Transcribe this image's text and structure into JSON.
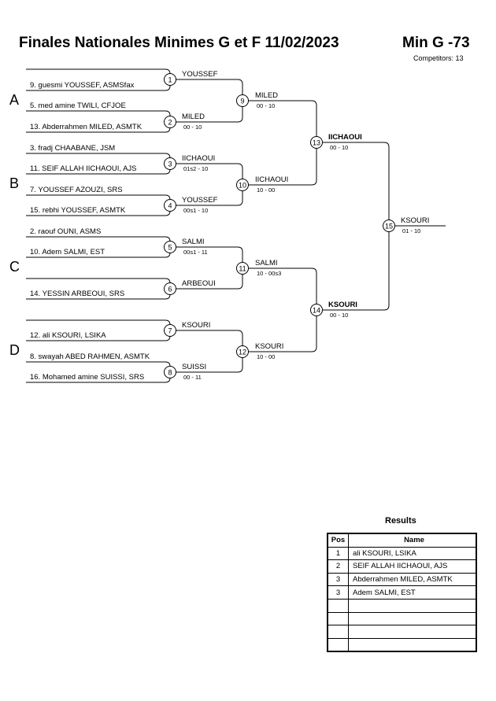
{
  "header": {
    "title": "Finales Nationales Minimes G et F  11/02/2023",
    "category": "Min G -73",
    "competitors": "Competitors: 13"
  },
  "pools": [
    {
      "letter": "A"
    },
    {
      "letter": "B"
    },
    {
      "letter": "C"
    },
    {
      "letter": "D"
    }
  ],
  "entrants": [
    "9. guesmi YOUSSEF, ASMSfax",
    "5. med amine TWILI, CFJOE",
    "13. Abderrahmen MILED, ASMTK",
    "3. fradj CHAABANE, JSM",
    "11. SEIF ALLAH IICHAOUI, AJS",
    "7. YOUSSEF AZOUZI, SRS",
    "15. rebhi YOUSSEF, ASMTK",
    "2. raouf OUNI, ASMS",
    "10. Adem SALMI, EST",
    "",
    "14. YESSIN ARBEOUI, SRS",
    "",
    "12. ali KSOURI, LSIKA",
    "8. swayah ABED RAHMEN, ASMTK",
    "16. Mohamed amine SUISSI, SRS"
  ],
  "matches": [
    {
      "num": "1",
      "winner": "YOUSSEF",
      "score": ""
    },
    {
      "num": "2",
      "winner": "MILED",
      "score": "00 - 10"
    },
    {
      "num": "3",
      "winner": "IICHAOUI",
      "score": "01s2 - 10"
    },
    {
      "num": "4",
      "winner": "YOUSSEF",
      "score": "00s1 - 10"
    },
    {
      "num": "5",
      "winner": "SALMI",
      "score": "00s1 - 11"
    },
    {
      "num": "6",
      "winner": "ARBEOUI",
      "score": ""
    },
    {
      "num": "7",
      "winner": "KSOURI",
      "score": ""
    },
    {
      "num": "8",
      "winner": "SUISSI",
      "score": "00 - 11"
    },
    {
      "num": "9",
      "winner": "MILED",
      "score": "00 - 10"
    },
    {
      "num": "10",
      "winner": "IICHAOUI",
      "score": "10 - 00"
    },
    {
      "num": "11",
      "winner": "SALMI",
      "score": "10 - 00s3"
    },
    {
      "num": "12",
      "winner": "KSOURI",
      "score": "10 - 00"
    },
    {
      "num": "13",
      "winner": "IICHAOUI",
      "score": "00 - 10"
    },
    {
      "num": "14",
      "winner": "KSOURI",
      "score": "00 - 10"
    },
    {
      "num": "15",
      "winner": "KSOURI",
      "score": "01 - 10"
    }
  ],
  "results": {
    "title": "Results",
    "headers": [
      "Pos",
      "Name"
    ],
    "rows": [
      {
        "pos": "1",
        "name": "ali KSOURI, LSIKA"
      },
      {
        "pos": "2",
        "name": "SEIF ALLAH IICHAOUI, AJS"
      },
      {
        "pos": "3",
        "name": "Abderrahmen MILED, ASMTK"
      },
      {
        "pos": "3",
        "name": "Adem SALMI, EST"
      },
      {
        "pos": "",
        "name": ""
      },
      {
        "pos": "",
        "name": ""
      },
      {
        "pos": "",
        "name": ""
      },
      {
        "pos": "",
        "name": ""
      }
    ]
  }
}
